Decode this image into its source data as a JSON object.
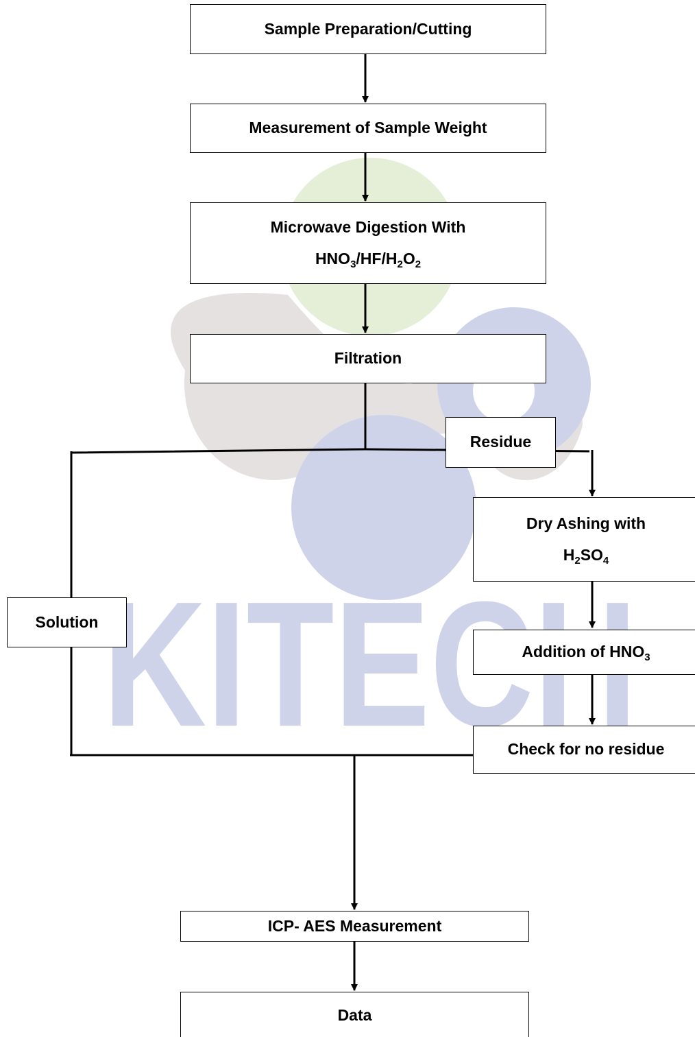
{
  "watermark": {
    "text": "KITECH",
    "colors": {
      "green": "#e5efd7",
      "gray": "#e6e1e1",
      "blue": "#cfd3ea"
    }
  },
  "steps": {
    "sample_prep": "Sample Preparation/Cutting",
    "weight": "Measurement of Sample Weight",
    "digestion_line1": "Microwave Digestion With",
    "digestion_line2": {
      "p1": "HNO",
      "s1": "3",
      "p2": "/HF/H",
      "s2": "2",
      "p3": "O",
      "s3": "2"
    },
    "filtration": "Filtration",
    "residue": "Residue",
    "solution": "Solution",
    "dry_ashing_line1": "Dry Ashing with",
    "dry_ashing_line2": {
      "p1": "H",
      "s1": "2",
      "p2": "SO",
      "s2": "4"
    },
    "addition": {
      "p1": "Addition of HNO",
      "s1": "3"
    },
    "check": "Check for no residue",
    "icp": "ICP- AES Measurement",
    "data": "Data"
  },
  "colors": {
    "line": "#000000",
    "box_bg": "#ffffff"
  }
}
